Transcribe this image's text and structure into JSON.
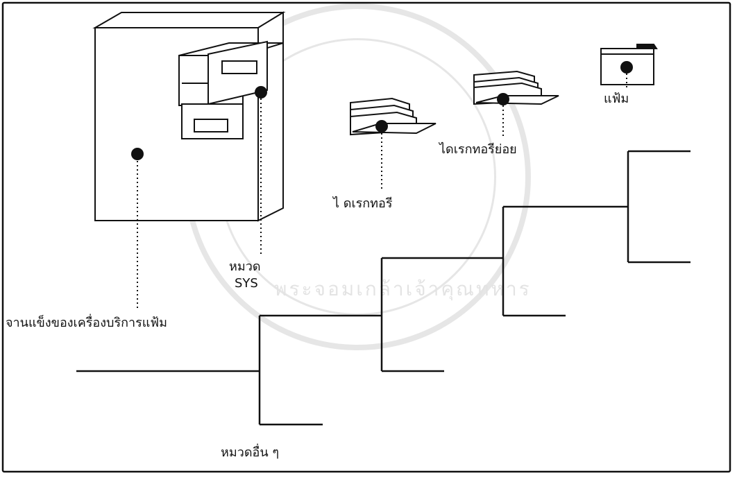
{
  "watermark": {
    "text": "พระจอมเกล้าเจ้าคุณทหาร"
  },
  "labels": {
    "hard_disk": "จานแข็งของเครื่องบริการแฟ้ม",
    "sys_line1": "หมวด",
    "sys_line2": "SYS",
    "directory": "ไ ดเรกทอรี",
    "subdirectory": "ไดเรกทอรีย่อย",
    "file": "แฟ้ม",
    "other_volumes": "หมวดอื่น ๆ"
  },
  "icons": {
    "cabinet": "filing-cabinet-icon",
    "directory": "folder-stack-icon",
    "subdirectory": "folder-stack-icon",
    "file": "folder-icon"
  },
  "colors": {
    "line": "#111111",
    "dot": "#111111",
    "watermark": "#555555"
  }
}
